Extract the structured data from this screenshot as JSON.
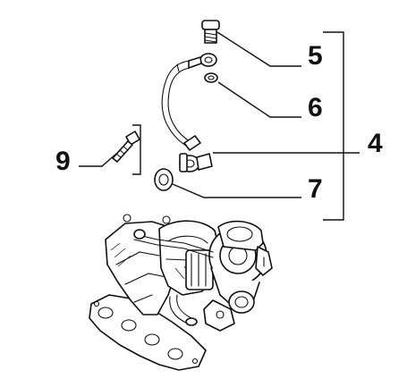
{
  "callouts": {
    "item_5": "5",
    "item_6": "6",
    "item_4": "4",
    "item_9": "9",
    "item_7": "7"
  },
  "colors": {
    "line": "#111111",
    "background": "#ffffff"
  }
}
